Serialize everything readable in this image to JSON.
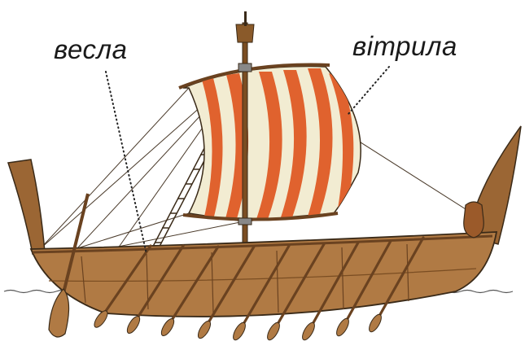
{
  "labels": {
    "oars": "весла",
    "sail": "вітрила"
  },
  "colors": {
    "hull": "#b07a44",
    "hull_dark": "#7a4d22",
    "sail_stripe": "#e0622e",
    "sail_base": "#f2ecd2",
    "outline": "#3a2a18",
    "water": "#444444"
  },
  "icons": {
    "ship": "ancient-ship-illustration"
  }
}
